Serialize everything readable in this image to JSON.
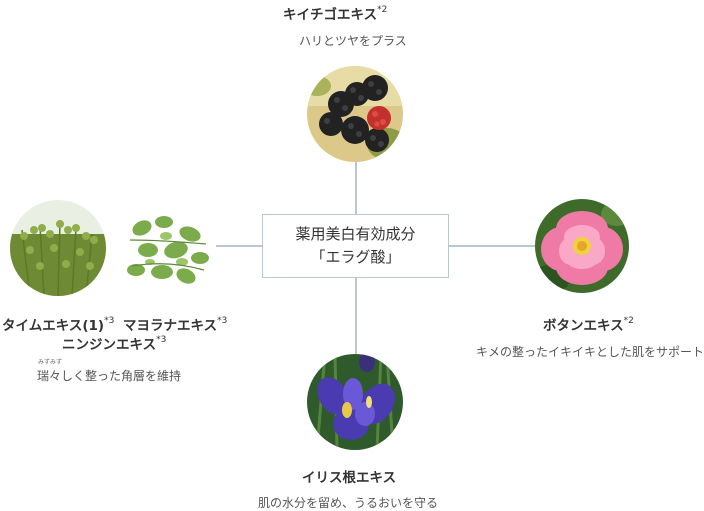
{
  "center": {
    "line1": "薬用美白有効成分",
    "line2": "「エラグ酸」"
  },
  "top": {
    "title": "キイチゴエキス",
    "note": "*2",
    "desc": "ハリとツヤをプラス",
    "icon": "raspberry-blackberry-photo"
  },
  "right": {
    "title": "ボタンエキス",
    "note": "*2",
    "desc": "キメの整ったイキイキとした肌をサポート",
    "icon": "peony-flower-photo"
  },
  "bottom": {
    "title": "イリス根エキス",
    "desc": "肌の水分を留め、うるおいを守る",
    "icon": "iris-flower-photo"
  },
  "left": {
    "title1": "タイムエキス(1)",
    "note1": "*3",
    "title2": "マヨラナエキス",
    "note2": "*3",
    "title3": "ニンジンエキス",
    "note3": "*3",
    "ruby": "みずみず",
    "desc": "瑞々しく整った角層を維持",
    "icons": [
      "thyme-herb-photo",
      "marjoram-leaves-photo"
    ]
  },
  "colors": {
    "connector": "#b5c8d3",
    "text": "#333333"
  }
}
